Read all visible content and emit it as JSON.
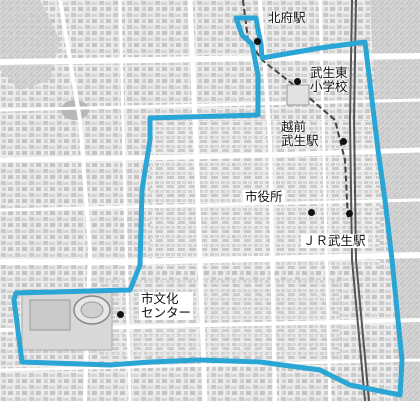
{
  "map": {
    "boundary_color": "#2aa6d6",
    "labels": {
      "kitafu_station": "北府駅",
      "takefu_higashi_school": "武生東\n小学校",
      "echizen_takefu_station": "越前\n武生駅",
      "city_office": "市役所",
      "jr_takefu_station": "ＪＲ武生駅",
      "cultural_center": "市文化\nセンター"
    }
  }
}
